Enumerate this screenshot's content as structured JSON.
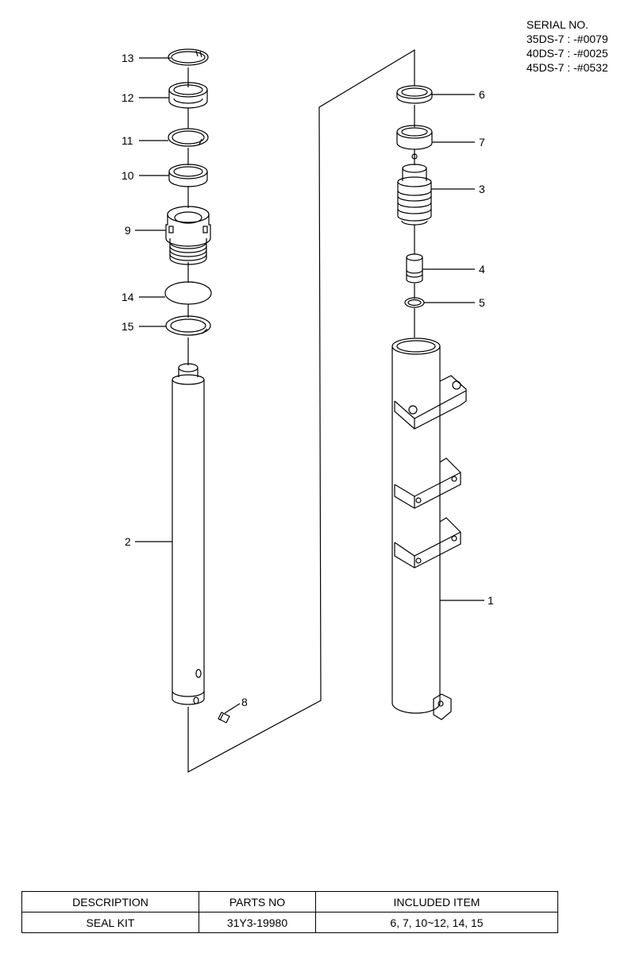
{
  "serial": {
    "title": "SERIAL NO.",
    "lines": [
      "35DS-7 : -#0079",
      "40DS-7 : -#0025",
      "45DS-7 : -#0532"
    ]
  },
  "callouts": {
    "c1": "1",
    "c2": "2",
    "c3": "3",
    "c4": "4",
    "c5": "5",
    "c6": "6",
    "c7": "7",
    "c8": "8",
    "c9": "9",
    "c10": "10",
    "c11": "11",
    "c12": "12",
    "c13": "13",
    "c14": "14",
    "c15": "15"
  },
  "table": {
    "headers": [
      "DESCRIPTION",
      "PARTS NO",
      "INCLUDED ITEM"
    ],
    "rows": [
      [
        "SEAL KIT",
        "31Y3-19980",
        "6, 7, 10~12, 14, 15"
      ]
    ]
  }
}
